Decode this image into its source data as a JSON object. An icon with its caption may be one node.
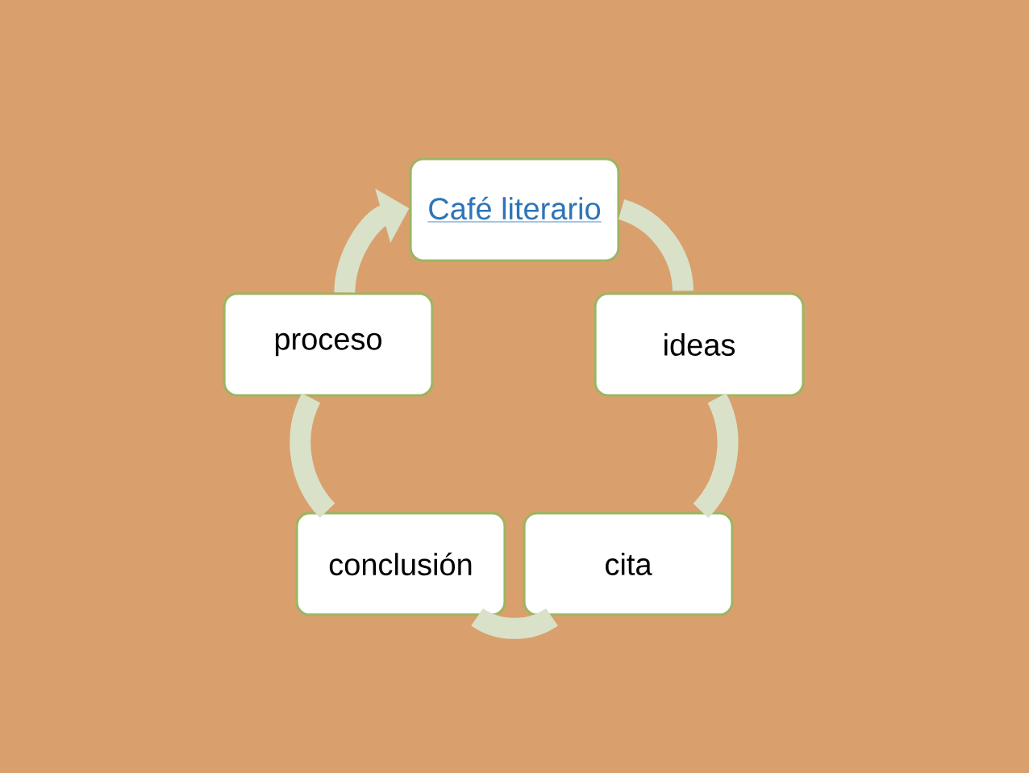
{
  "diagram": {
    "nodes": [
      {
        "text": [
          "Café literario"
        ]
      },
      {
        "text": [
          "ideas"
        ]
      },
      {
        "text": [
          "cita"
        ]
      },
      {
        "text": [
          "conclusión"
        ]
      },
      {
        "text": [
          "proceso"
        ]
      }
    ],
    "edges": [
      {
        "from": 0,
        "to": 1,
        "arrow": "none"
      },
      {
        "from": 1,
        "to": 2,
        "arrow": "none"
      },
      {
        "from": 2,
        "to": 3,
        "arrow": "none"
      },
      {
        "from": 3,
        "to": 4,
        "arrow": "none"
      },
      {
        "from": 4,
        "to": 0,
        "arrow": "to"
      }
    ]
  }
}
